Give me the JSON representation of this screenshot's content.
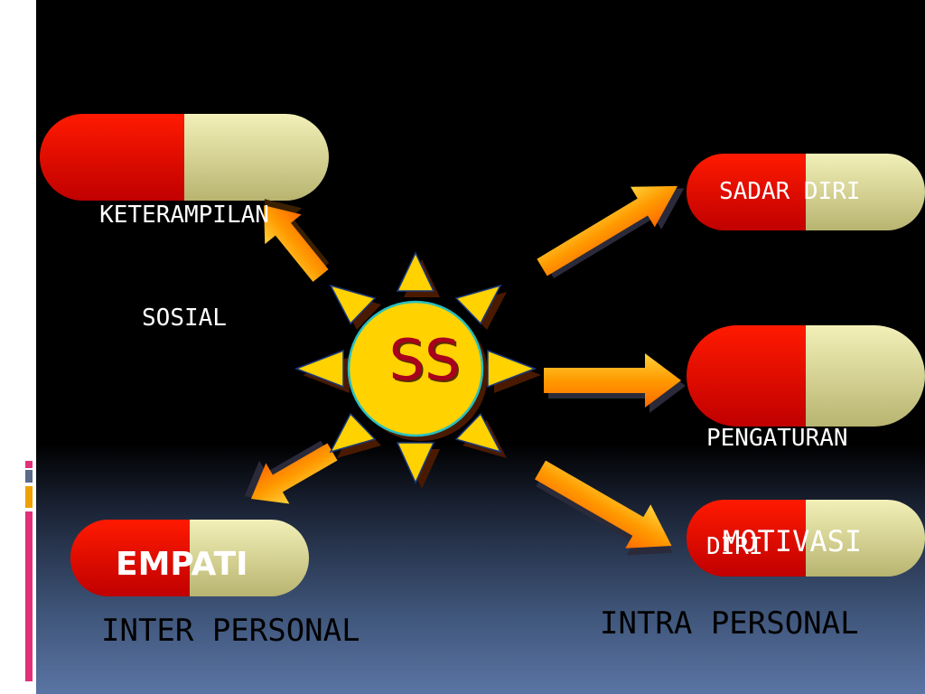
{
  "nodes": {
    "center": "SS",
    "keterampilan_sosial": [
      "KETERAMPILAN",
      "SOSIAL"
    ],
    "sadar_diri": "SADAR DIRI",
    "pengaturan_diri": [
      "PENGATURAN",
      "DIRI"
    ],
    "motivasi": "MOTIVASI",
    "empati": "EMPATI"
  },
  "captions": {
    "inter": "INTER PERSONAL",
    "intra": "INTRA PERSONAL"
  },
  "colors": {
    "pill_left": "#e00000",
    "pill_right": "#d8d49a",
    "sun": "#ffd200",
    "arrow": "#ff8c00",
    "center_text": "#a8001c"
  }
}
